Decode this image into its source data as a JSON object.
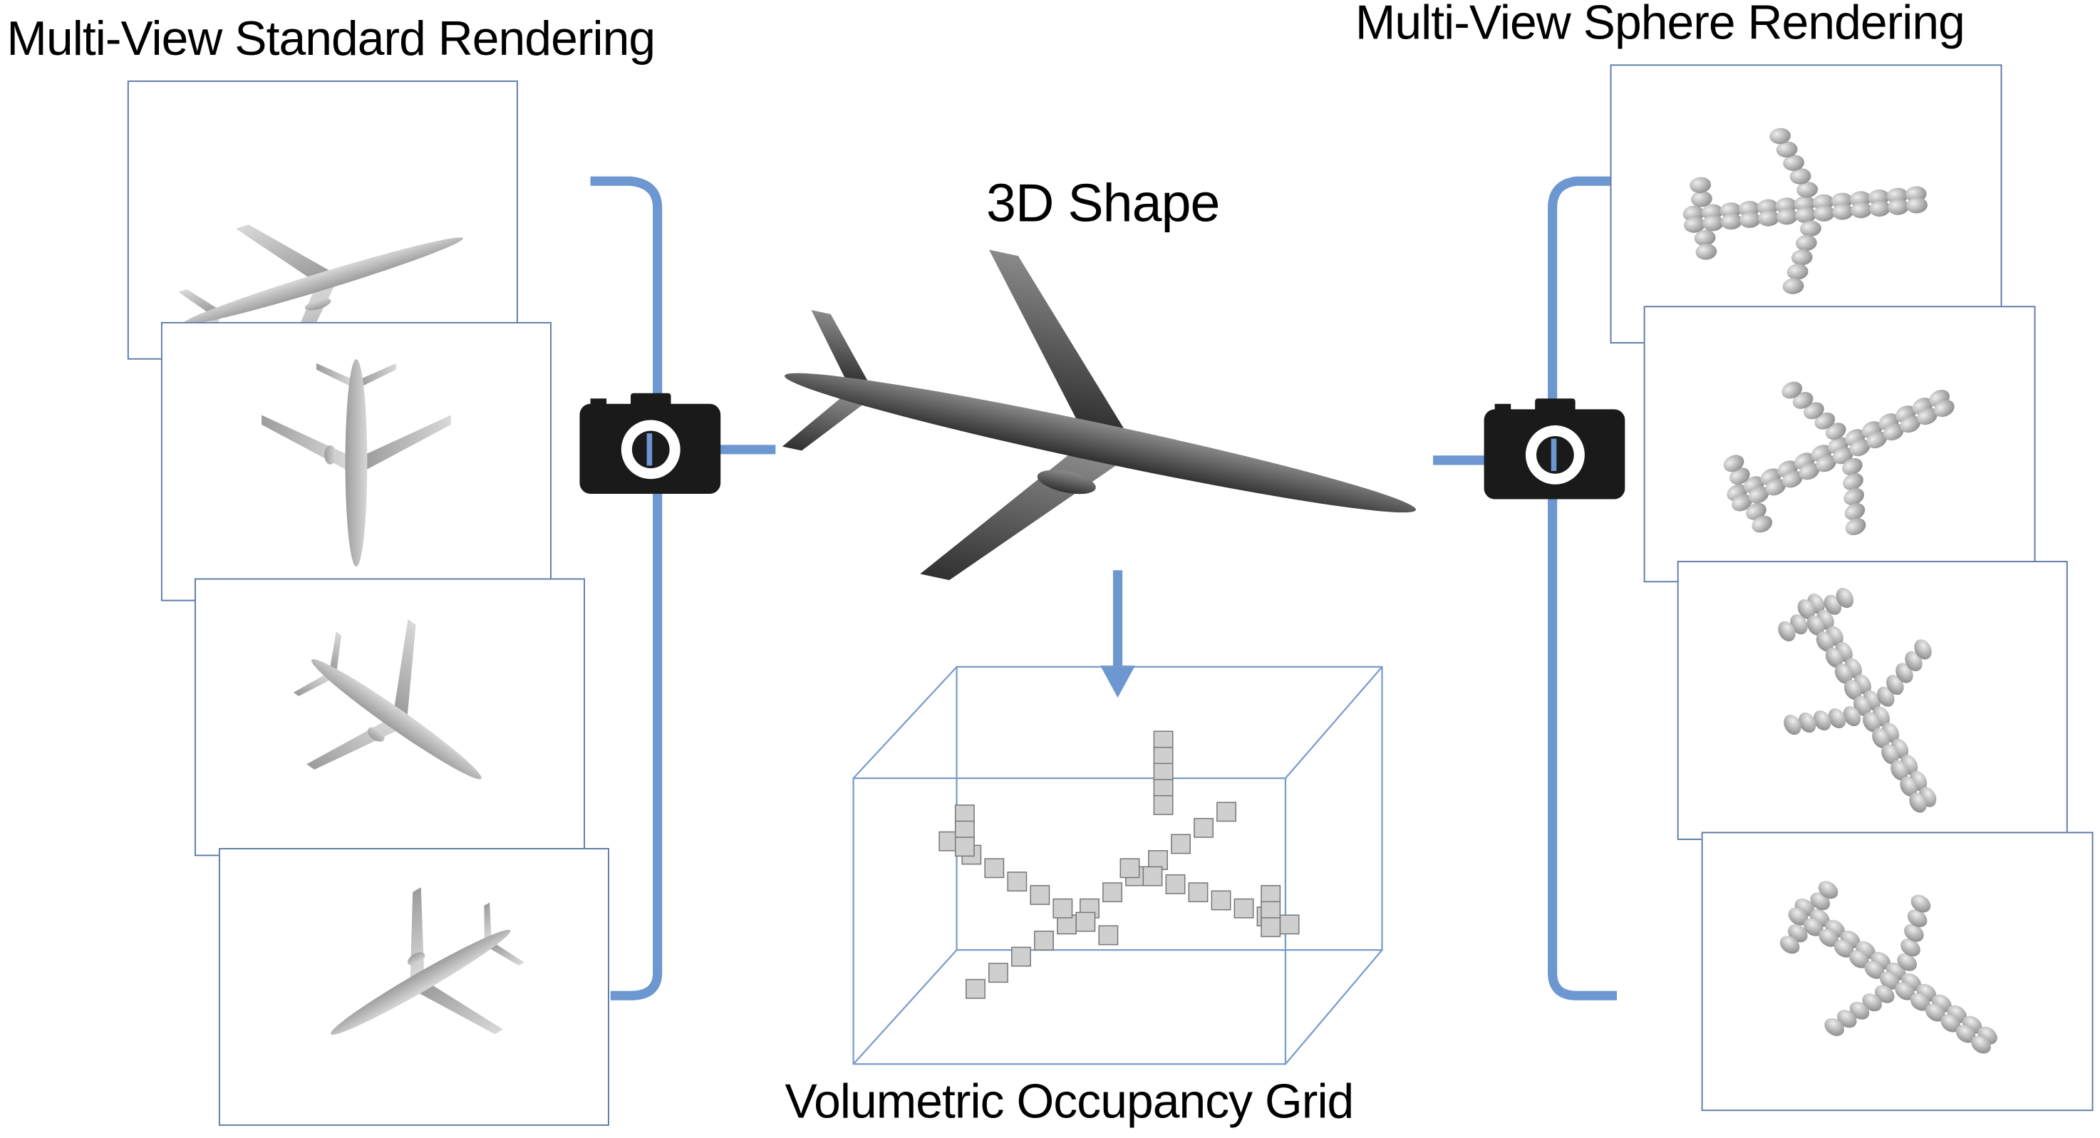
{
  "labels": {
    "standard_title": "Multi-View Standard Rendering",
    "sphere_title": "Multi-View Sphere Rendering",
    "shape_title": "3D Shape",
    "voxel_title": "Volumetric Occupancy Grid"
  },
  "colors": {
    "connector": "#6d97d0",
    "frame_border": "#5a78a8",
    "plane_light": "#bdbdbd",
    "plane_dark": "#4a4a4a",
    "camera": "#1a1a1a"
  },
  "standard_views": [
    "view-1",
    "view-2",
    "view-3",
    "view-4"
  ],
  "sphere_views": [
    "sphere-view-1",
    "sphere-view-2",
    "sphere-view-3",
    "sphere-view-4"
  ]
}
